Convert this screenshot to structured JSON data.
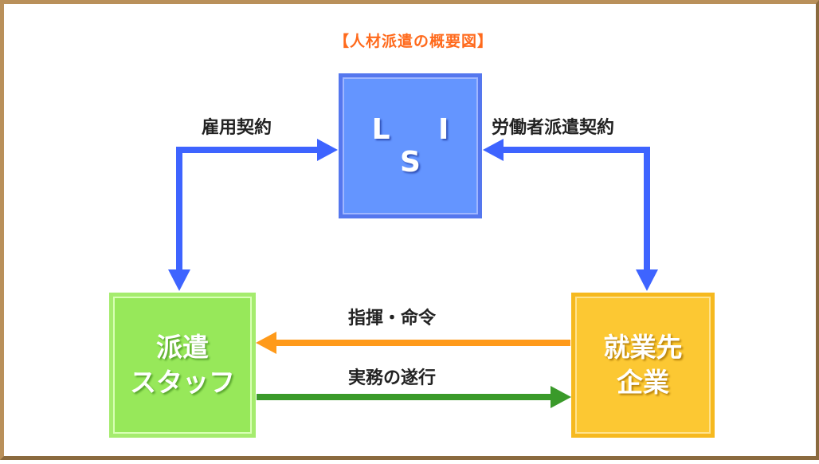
{
  "diagram": {
    "title": "【人材派遣の概要図】",
    "nodes": {
      "lis": "L I S",
      "staff_line1": "派遣",
      "staff_line2": "スタッフ",
      "company_line1": "就業先",
      "company_line2": "企業"
    },
    "edges": {
      "employment_contract": "雇用契約",
      "dispatch_contract": "労働者派遣契約",
      "instruction_order": "指揮・命令",
      "work_execution": "実務の遂行"
    },
    "colors": {
      "blue_arrow": "#3e64ff",
      "orange_arrow": "#ff9a1a",
      "green_arrow": "#3a9a2a",
      "title": "#ff6a1c"
    }
  }
}
